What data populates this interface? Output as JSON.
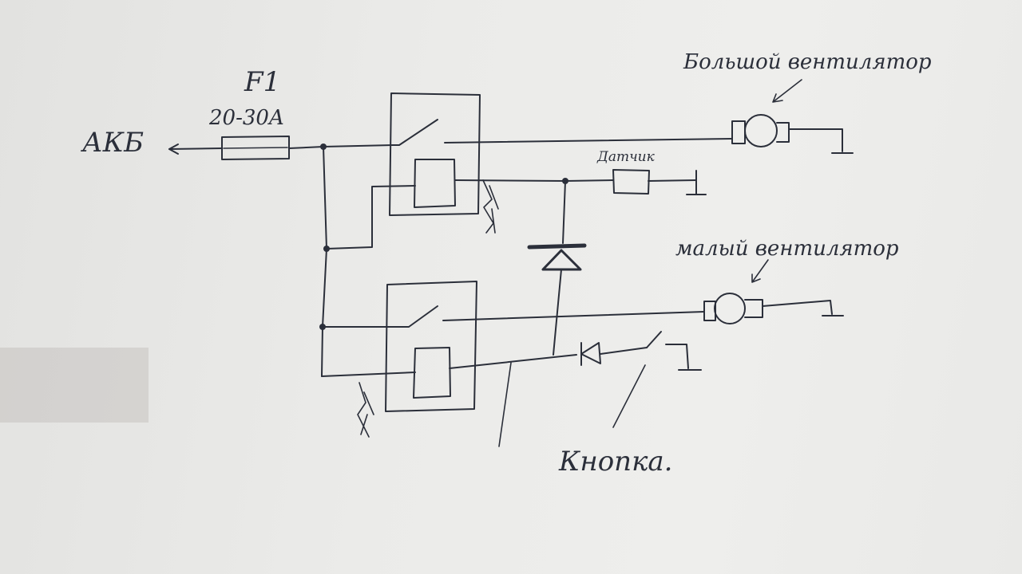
{
  "labels": {
    "battery": "АКБ",
    "fuse_name": "F1",
    "fuse_rating": "20-30A",
    "sensor": "Датчик",
    "big_fan": "Большой вентилятор",
    "small_fan": "малый вентилятор",
    "button": "Кнопка."
  },
  "components": [
    {
      "id": "battery",
      "type": "terminal",
      "label_key": "battery"
    },
    {
      "id": "fuse",
      "type": "fuse",
      "label_key": "fuse_name"
    },
    {
      "id": "relay_1",
      "type": "relay"
    },
    {
      "id": "relay_2",
      "type": "relay"
    },
    {
      "id": "diode",
      "type": "diode"
    },
    {
      "id": "sensor",
      "type": "switch",
      "label_key": "sensor"
    },
    {
      "id": "big_fan",
      "type": "motor",
      "label_key": "big_fan"
    },
    {
      "id": "small_fan",
      "type": "motor",
      "label_key": "small_fan"
    },
    {
      "id": "button",
      "type": "switch",
      "label_key": "button"
    },
    {
      "id": "ground",
      "type": "ground"
    }
  ],
  "connections": [
    {
      "from": "battery",
      "to": "fuse"
    },
    {
      "from": "fuse",
      "to": "relay_1"
    },
    {
      "from": "fuse",
      "to": "relay_2"
    },
    {
      "from": "relay_1",
      "to": "big_fan"
    },
    {
      "from": "big_fan",
      "to": "ground"
    },
    {
      "from": "relay_1",
      "to": "sensor"
    },
    {
      "from": "sensor",
      "to": "ground"
    },
    {
      "from": "relay_1",
      "to": "diode"
    },
    {
      "from": "diode",
      "to": "relay_2"
    },
    {
      "from": "relay_2",
      "to": "small_fan"
    },
    {
      "from": "small_fan",
      "to": "ground"
    },
    {
      "from": "relay_2",
      "to": "button"
    },
    {
      "from": "button",
      "to": "ground"
    }
  ],
  "colors": {
    "ink": "#2b2f3a",
    "paper": "#ebebe9"
  }
}
